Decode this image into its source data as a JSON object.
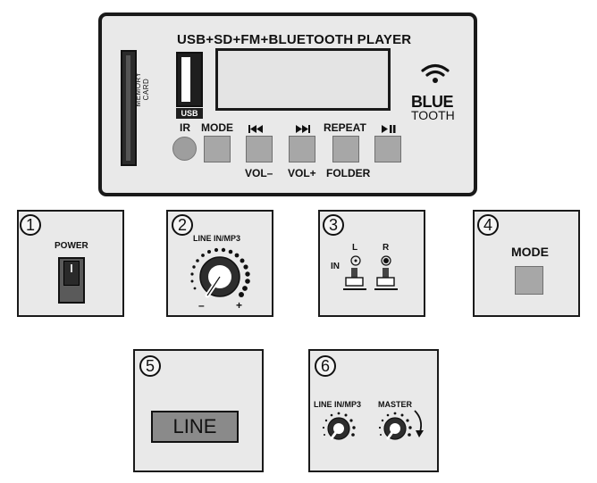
{
  "main": {
    "title": "USB+SD+FM+BLUETOOTH PLAYER",
    "memory_card_label": "MEMORY CARD",
    "usb_badge": "USB",
    "bluetooth_top": "BLUE",
    "bluetooth_bottom": "TOOTH",
    "labels_top": {
      "ir": "IR",
      "mode": "MODE",
      "prev": "⏮",
      "next": "⏭",
      "repeat": "REPEAT",
      "play": "⏯"
    },
    "labels_bottom": {
      "vol_minus": "VOL–",
      "vol_plus": "VOL+",
      "folder": "FOLDER"
    }
  },
  "panels": [
    {
      "number": "1",
      "label": "POWER"
    },
    {
      "number": "2",
      "label": "LINE IN/MP3",
      "minus": "–",
      "plus": "+"
    },
    {
      "number": "3",
      "in_label": "IN",
      "l_label": "L",
      "r_label": "R"
    },
    {
      "number": "4",
      "label": "MODE"
    },
    {
      "number": "5",
      "label": "LINE"
    },
    {
      "number": "6",
      "label_left": "LINE IN/MP3",
      "label_right": "MASTER"
    }
  ],
  "icons": {
    "wifi": "wifi-icon",
    "prev": "skip-back-icon",
    "next": "skip-forward-icon",
    "play": "play-pause-icon"
  }
}
